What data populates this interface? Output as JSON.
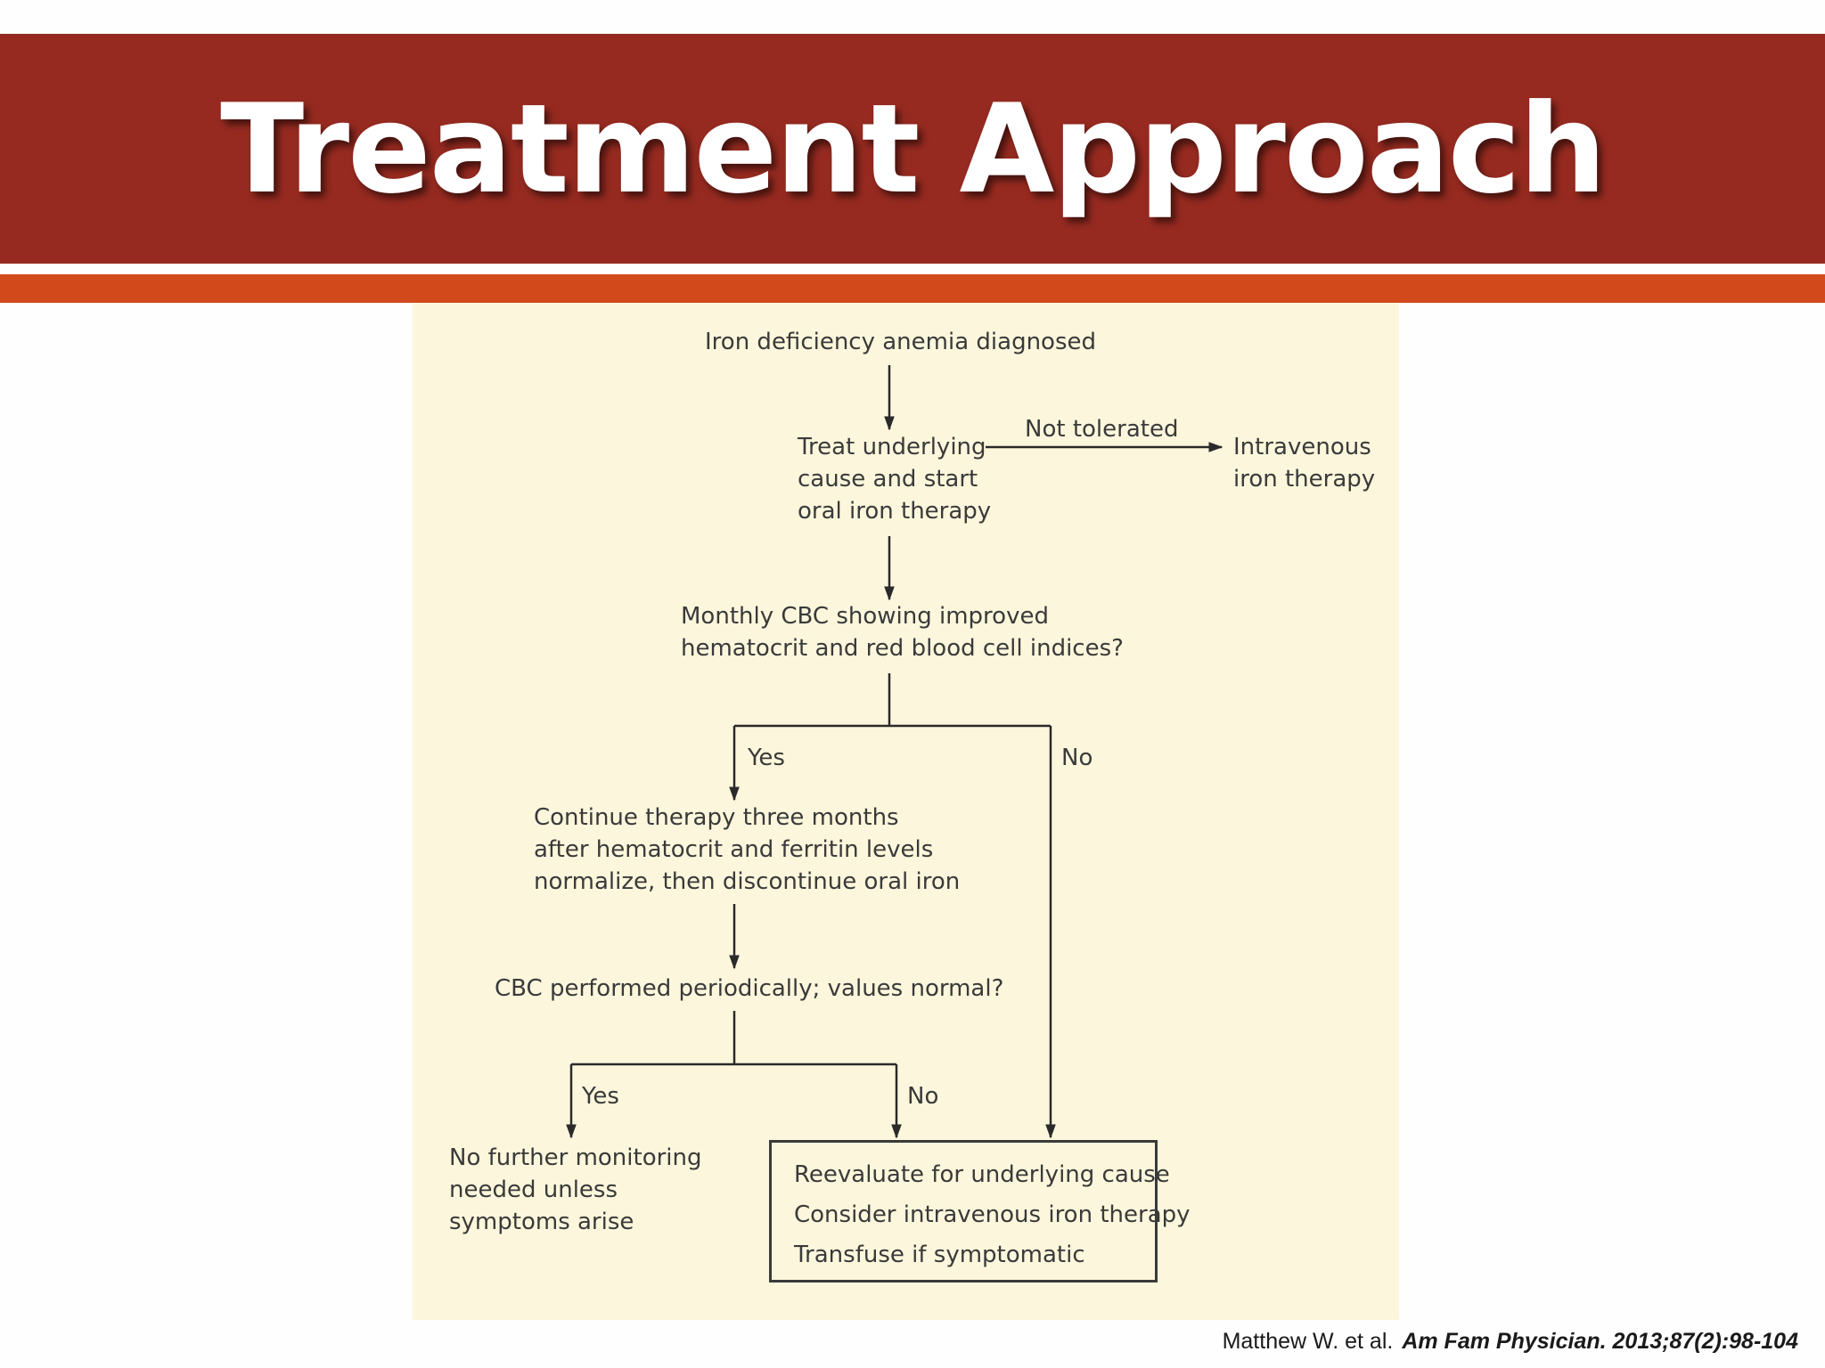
{
  "slide": {
    "title": "Treatment Approach"
  },
  "flowchart": {
    "start": "Iron deficiency anemia diagnosed",
    "treat": [
      "Treat underlying",
      "cause and start",
      "oral iron therapy"
    ],
    "not_tolerated_label": "Not tolerated",
    "iv_therapy": [
      "Intravenous",
      "iron therapy"
    ],
    "monthly_question": [
      "Monthly CBC showing improved",
      "hematocrit and red blood cell indices?"
    ],
    "yes_1": "Yes",
    "no_1": "No",
    "continue_therapy": [
      "Continue therapy three months",
      "after hematocrit and ferritin levels",
      "normalize, then discontinue oral iron"
    ],
    "periodic_question": "CBC performed periodically; values normal?",
    "yes_2": "Yes",
    "no_2": "No",
    "no_monitoring": [
      "No further monitoring",
      "needed unless",
      "symptoms arise"
    ],
    "reevaluate_box": [
      "Reevaluate for underlying cause",
      "Consider intravenous iron therapy",
      "Transfuse if symptomatic"
    ]
  },
  "citation": {
    "authors": "Matthew W. et al.",
    "journal": "Am Fam Physician. 2013;87(2):98-104"
  }
}
